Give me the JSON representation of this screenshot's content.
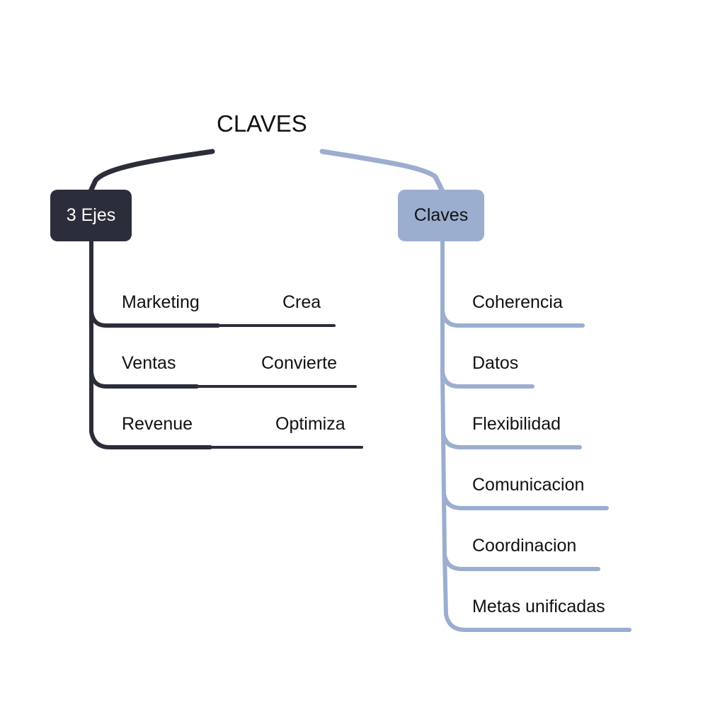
{
  "root": {
    "label": "CLAVES"
  },
  "colors": {
    "left_branch": "#2b2d3a",
    "right_branch": "#9baed0",
    "text": "#111111"
  },
  "branches": [
    {
      "label": "3 Ejes",
      "children": [
        {
          "label": "Marketing",
          "child": "Crea"
        },
        {
          "label": "Ventas",
          "child": "Convierte"
        },
        {
          "label": "Revenue",
          "child": "Optimiza"
        }
      ]
    },
    {
      "label": "Claves",
      "children": [
        {
          "label": "Coherencia"
        },
        {
          "label": "Datos"
        },
        {
          "label": "Flexibilidad"
        },
        {
          "label": "Comunicacion"
        },
        {
          "label": "Coordinacion"
        },
        {
          "label": "Metas unificadas"
        }
      ]
    }
  ]
}
